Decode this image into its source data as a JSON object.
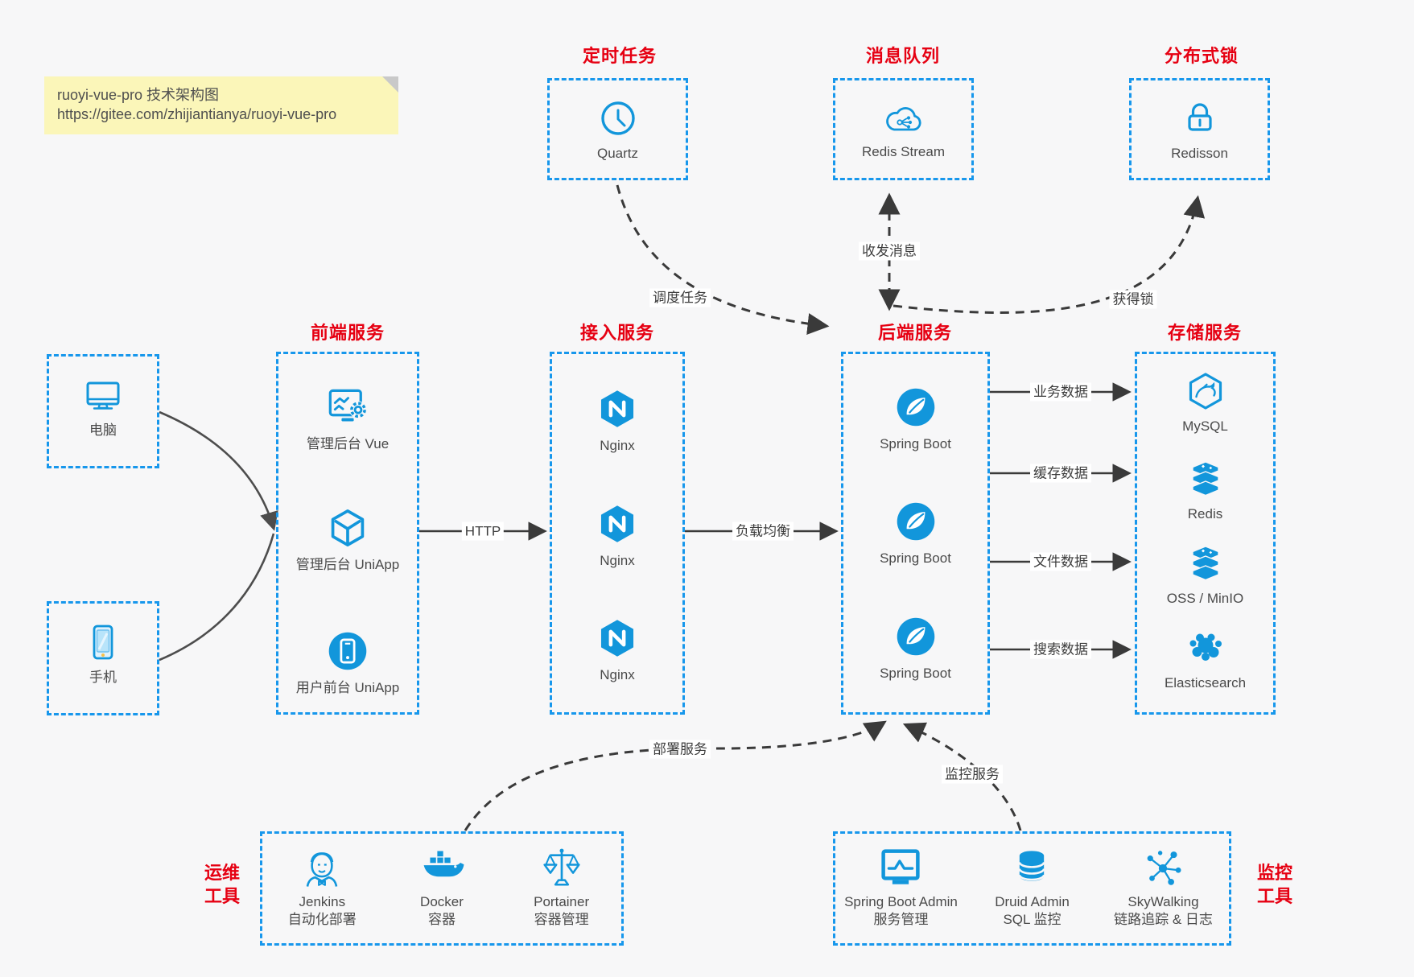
{
  "note": {
    "line1": "ruoyi-vue-pro 技术架构图",
    "line2": "https://gitee.com/zhijiantianya/ruoyi-vue-pro"
  },
  "top_services": [
    {
      "title": "定时任务",
      "label": "Quartz",
      "icon": "clock-icon"
    },
    {
      "title": "消息队列",
      "label": "Redis Stream",
      "icon": "cloud-stream-icon"
    },
    {
      "title": "分布式锁",
      "label": "Redisson",
      "icon": "lock-icon"
    }
  ],
  "clients": [
    {
      "label": "电脑",
      "icon": "desktop-icon"
    },
    {
      "label": "手机",
      "icon": "mobile-icon"
    }
  ],
  "columns": {
    "frontend": {
      "title": "前端服务",
      "items": [
        {
          "label": "管理后台 Vue"
        },
        {
          "label": "管理后台 UniApp"
        },
        {
          "label": "用户前台 UniApp"
        }
      ]
    },
    "access": {
      "title": "接入服务",
      "items": [
        {
          "label": "Nginx"
        },
        {
          "label": "Nginx"
        },
        {
          "label": "Nginx"
        }
      ]
    },
    "backend": {
      "title": "后端服务",
      "items": [
        {
          "label": "Spring Boot"
        },
        {
          "label": "Spring Boot"
        },
        {
          "label": "Spring Boot"
        }
      ]
    },
    "storage": {
      "title": "存储服务",
      "items": [
        {
          "label": "MySQL"
        },
        {
          "label": "Redis"
        },
        {
          "label": "OSS / MinIO"
        },
        {
          "label": "Elasticsearch"
        }
      ]
    }
  },
  "edges": {
    "http": "HTTP",
    "load_balance": "负载均衡",
    "business_data": "业务数据",
    "cache_data": "缓存数据",
    "file_data": "文件数据",
    "search_data": "搜索数据",
    "schedule_task": "调度任务",
    "send_receive_message": "收发消息",
    "acquire_lock": "获得锁",
    "deploy_service": "部署服务",
    "monitor_service": "监控服务"
  },
  "ops_tools": {
    "title_line1": "运维",
    "title_line2": "工具",
    "items": [
      {
        "name": "Jenkins",
        "desc": "自动化部署",
        "icon": "jenkins-icon"
      },
      {
        "name": "Docker",
        "desc": "容器",
        "icon": "docker-icon"
      },
      {
        "name": "Portainer",
        "desc": "容器管理",
        "icon": "scales-icon"
      }
    ]
  },
  "monitor_tools": {
    "title_line1": "监控",
    "title_line2": "工具",
    "items": [
      {
        "name": "Spring Boot Admin",
        "desc": "服务管理",
        "icon": "monitor-chart-icon"
      },
      {
        "name": "Druid Admin",
        "desc": "SQL 监控",
        "icon": "database-icon"
      },
      {
        "name": "SkyWalking",
        "desc": "链路追踪 & 日志",
        "icon": "network-graph-icon"
      }
    ]
  },
  "colors": {
    "accent_blue": "#1296db",
    "border_blue": "#1797ec",
    "title_red": "#e60012",
    "arrow_dark": "#3a3a3a",
    "note_yellow": "#fbf6b9"
  }
}
